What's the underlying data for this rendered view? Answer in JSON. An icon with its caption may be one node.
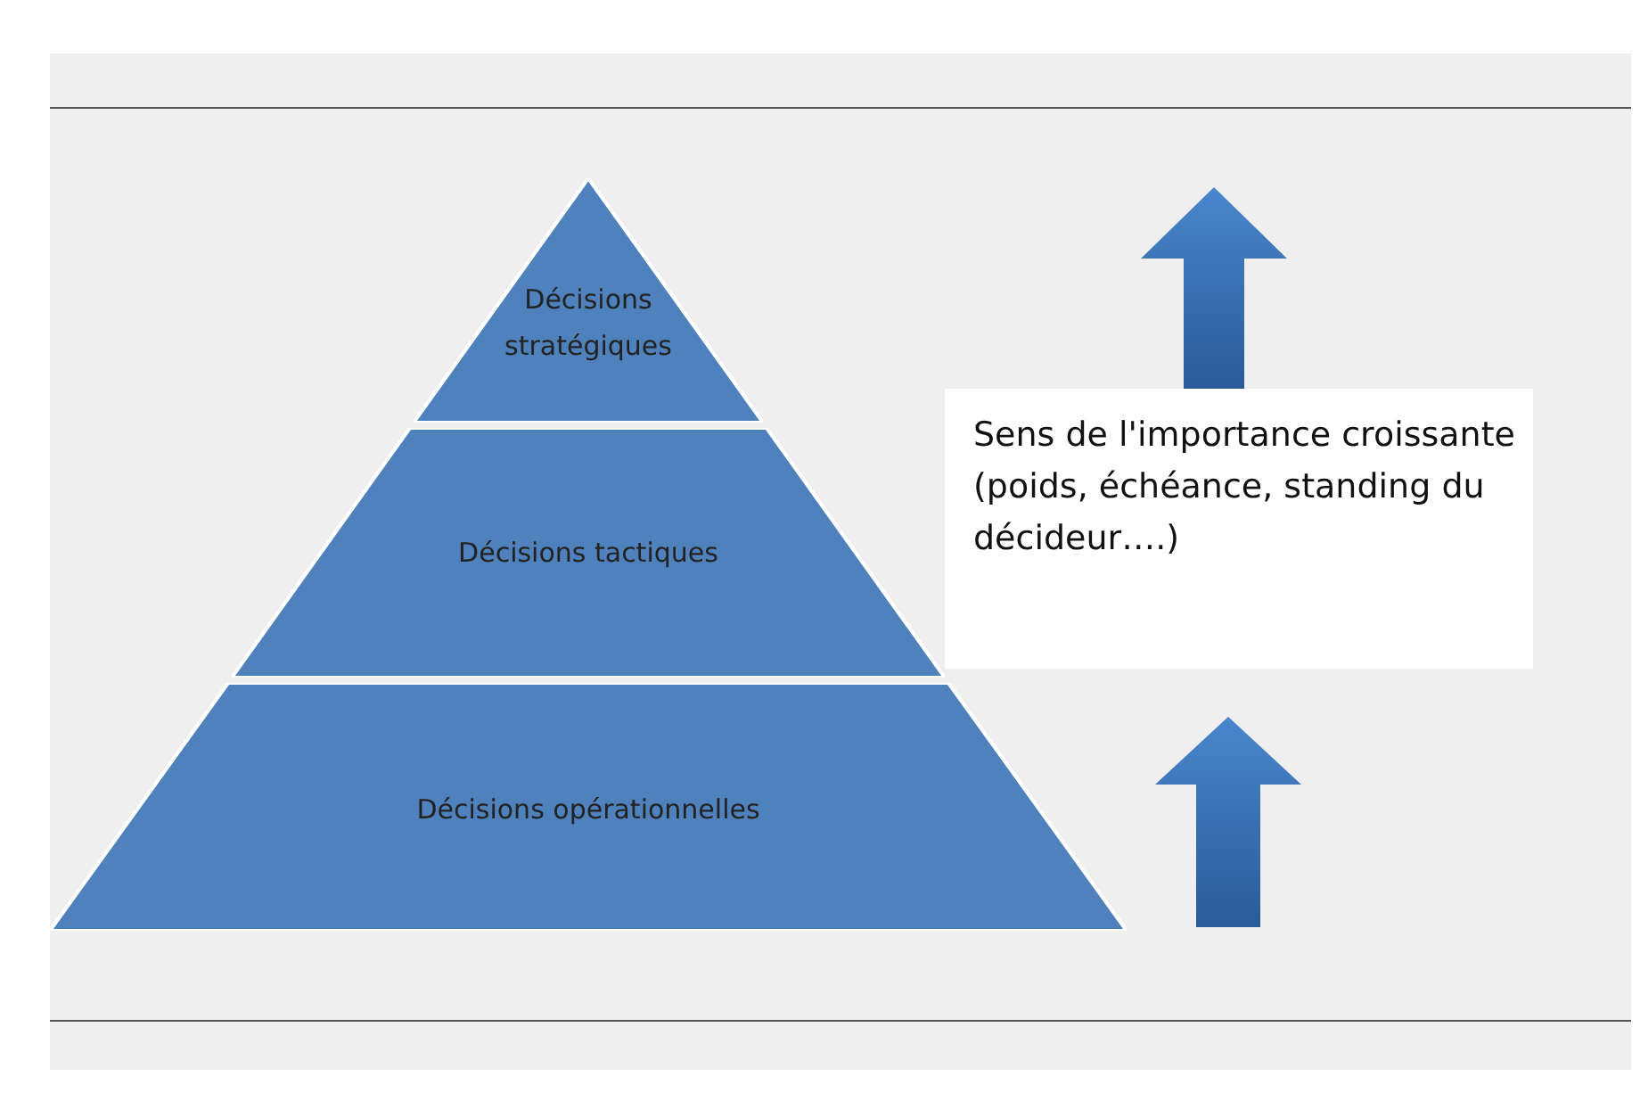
{
  "diagram": {
    "nodes": [
      {
        "text": [
          "Décisions stratégiques"
        ]
      },
      {
        "text": [
          "Décisions tactiques"
        ]
      },
      {
        "text": [
          "Décisions opérationnelles"
        ]
      },
      {
        "text": [
          "Sens de l'importance croissante (poids, échéance, standing du décideur….)"
        ]
      }
    ]
  }
}
